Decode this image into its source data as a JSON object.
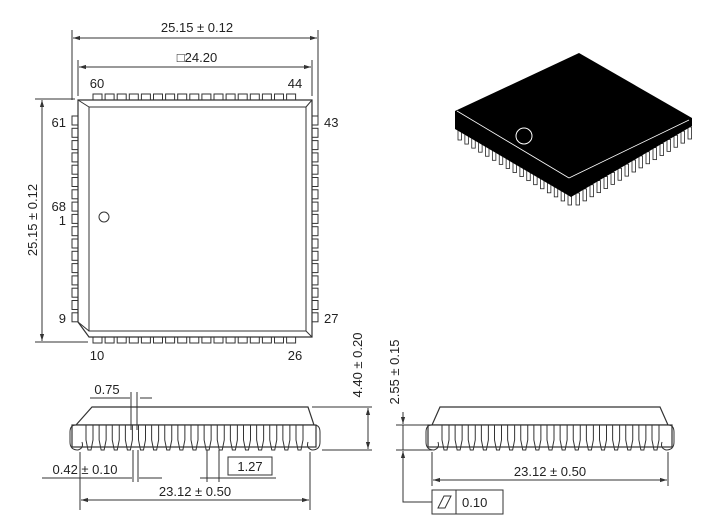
{
  "top_view": {
    "overall_width": "25.15 ± 0.12",
    "body_size": "□24.20",
    "overall_height": "25.15 ± 0.12",
    "pin_labels": {
      "p60": "60",
      "p44": "44",
      "p61": "61",
      "p43": "43",
      "p68": "68",
      "p1": "1",
      "p9": "9",
      "p27": "27",
      "p10": "10",
      "p26": "26"
    },
    "pins_per_side": 17
  },
  "side_view": {
    "lead_width_top": "0.75",
    "lead_width": "0.42 ± 0.10",
    "pitch": "1.27",
    "lead_span": "23.12 ± 0.50",
    "height": "4.40 ± 0.20",
    "standoff": "2.55 ± 0.15"
  },
  "end_view": {
    "lead_span": "23.12 ± 0.50",
    "flatness_value": "0.10",
    "flatness_symbol": "flatness-icon"
  }
}
